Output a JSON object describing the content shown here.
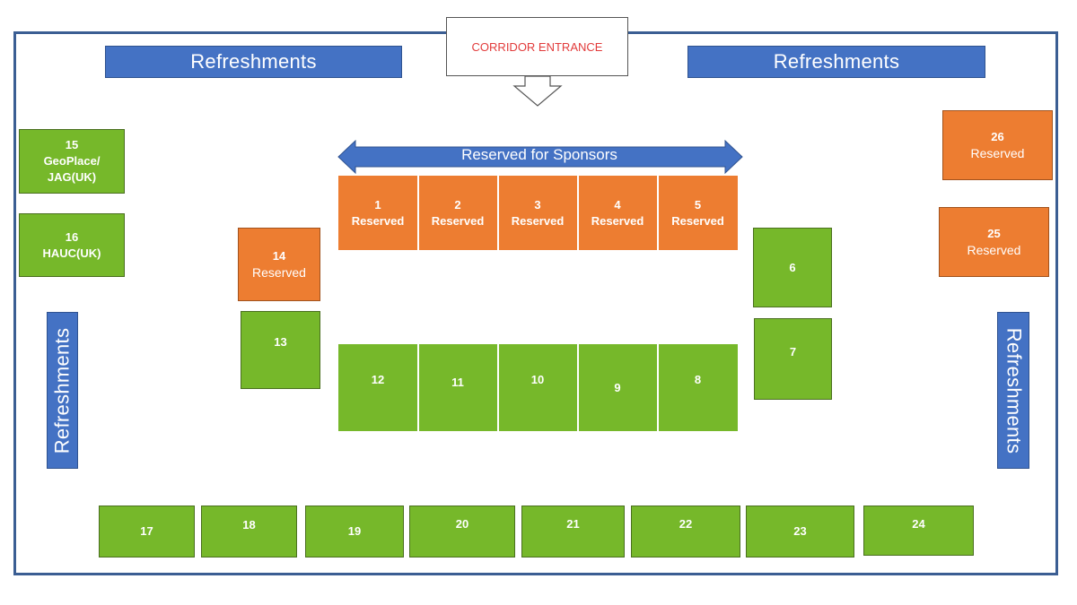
{
  "entrance": {
    "label": "CORRIDOR ENTRANCE"
  },
  "refreshments": {
    "top_left": "Refreshments",
    "top_right": "Refreshments",
    "left": "Refreshments",
    "right": "Refreshments"
  },
  "sponsors": {
    "label": "Reserved for Sponsors"
  },
  "booths": {
    "b1": {
      "number": "1",
      "label": "Reserved"
    },
    "b2": {
      "number": "2",
      "label": "Reserved"
    },
    "b3": {
      "number": "3",
      "label": "Reserved"
    },
    "b4": {
      "number": "4",
      "label": "Reserved"
    },
    "b5": {
      "number": "5",
      "label": "Reserved"
    },
    "b6": {
      "number": "6"
    },
    "b7": {
      "number": "7"
    },
    "b8": {
      "number": "8"
    },
    "b9": {
      "number": "9"
    },
    "b10": {
      "number": "10"
    },
    "b11": {
      "number": "11"
    },
    "b12": {
      "number": "12"
    },
    "b13": {
      "number": "13"
    },
    "b14": {
      "number": "14",
      "label": "Reserved"
    },
    "b15": {
      "number": "15",
      "label": "GeoPlace/",
      "label2": "JAG(UK)"
    },
    "b16": {
      "number": "16",
      "label": "HAUC(UK)"
    },
    "b17": {
      "number": "17"
    },
    "b18": {
      "number": "18"
    },
    "b19": {
      "number": "19"
    },
    "b20": {
      "number": "20"
    },
    "b21": {
      "number": "21"
    },
    "b22": {
      "number": "22"
    },
    "b23": {
      "number": "23"
    },
    "b24": {
      "number": "24"
    },
    "b25": {
      "number": "25",
      "label": "Reserved"
    },
    "b26": {
      "number": "26",
      "label": "Reserved"
    }
  },
  "colors": {
    "available": "#76b82a",
    "reserved": "#ed7d31",
    "refreshments": "#4472c4",
    "hall_border": "#3b5e93",
    "entrance_text": "#e23b3b"
  },
  "icons": {
    "entrance_arrow": "down-arrow-icon",
    "sponsor_arrow": "double-arrow-icon"
  }
}
